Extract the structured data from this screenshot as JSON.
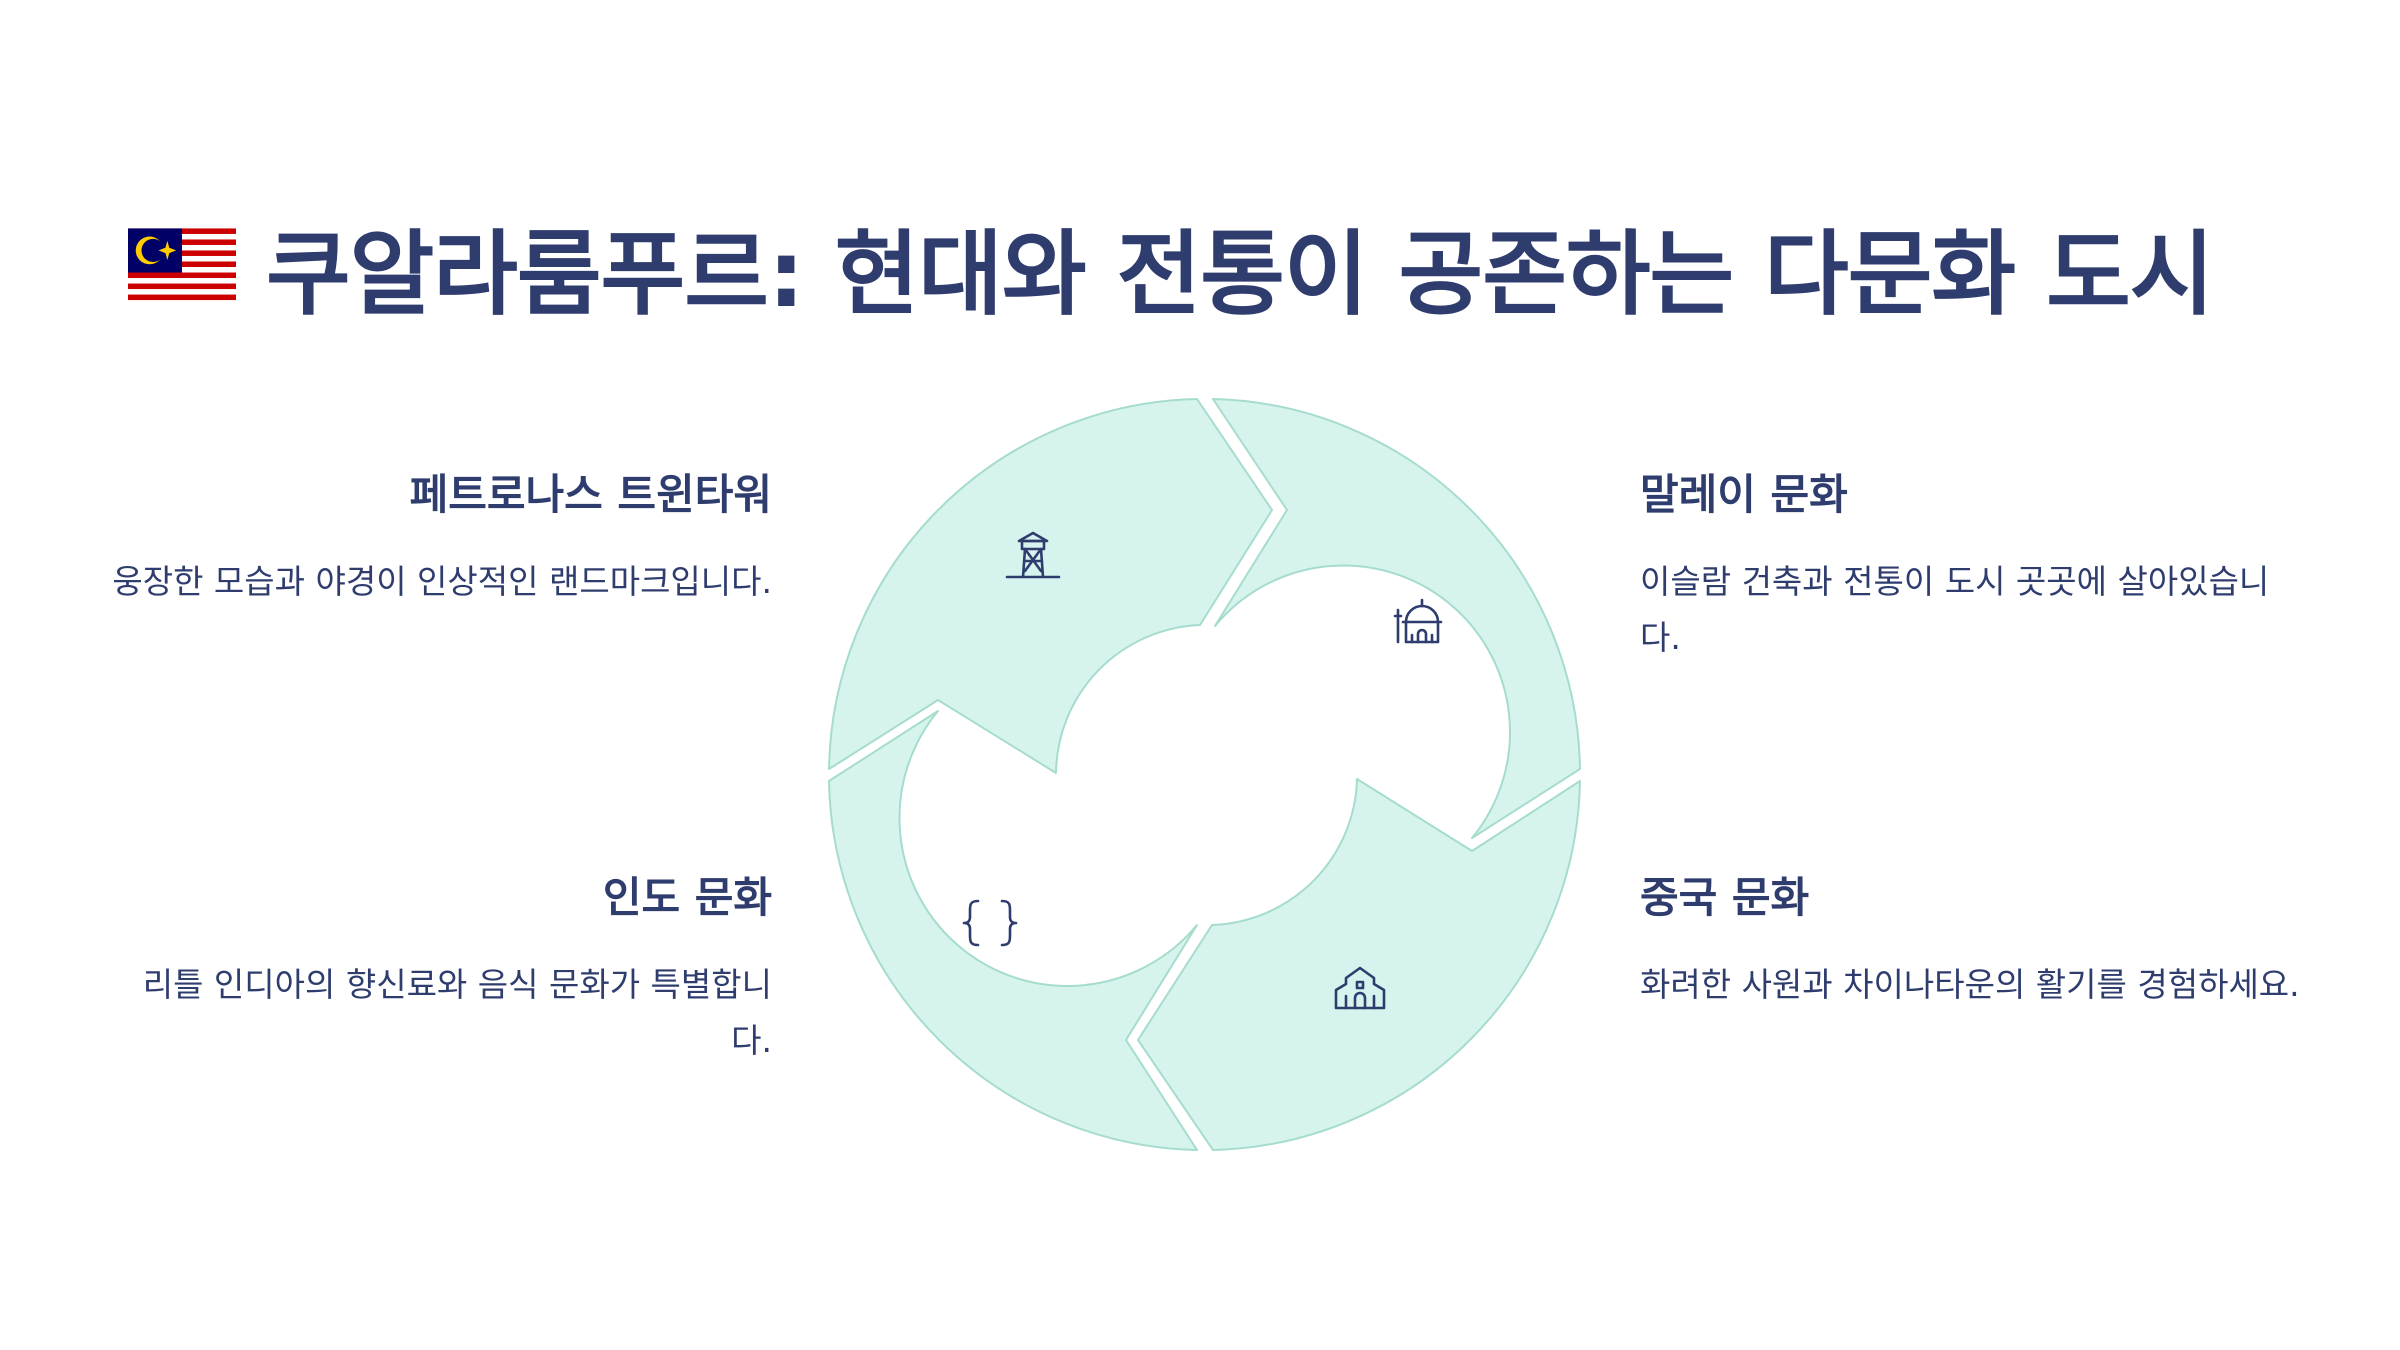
{
  "title": "쿠알라룸푸르: 현대와 전통이 공존하는 다문화 도시",
  "flag_icon": "malaysia-flag-icon",
  "colors": {
    "heading": "#2f3d6e",
    "segment_fill": "#d6f4ed",
    "segment_stroke": "#a6dccd",
    "icon": "#2f3d6e"
  },
  "items": [
    {
      "title": "페트로나스 트윈타워",
      "desc": "웅장한 모습과 야경이 인상적인 랜드마크입니다.",
      "icon": "watchtower-icon"
    },
    {
      "title": "말레이 문화",
      "desc": "이슬람 건축과 전통이 도시 곳곳에 살아있습니다.",
      "icon": "mosque-icon"
    },
    {
      "title": "인도 문화",
      "desc": "리틀 인디아의 향신료와 음식 문화가 특별합니다.",
      "icon": "curly-braces-icon"
    },
    {
      "title": "중국 문화",
      "desc": "화려한 사원과 차이나타운의 활기를 경험하세요.",
      "icon": "temple-icon"
    }
  ]
}
